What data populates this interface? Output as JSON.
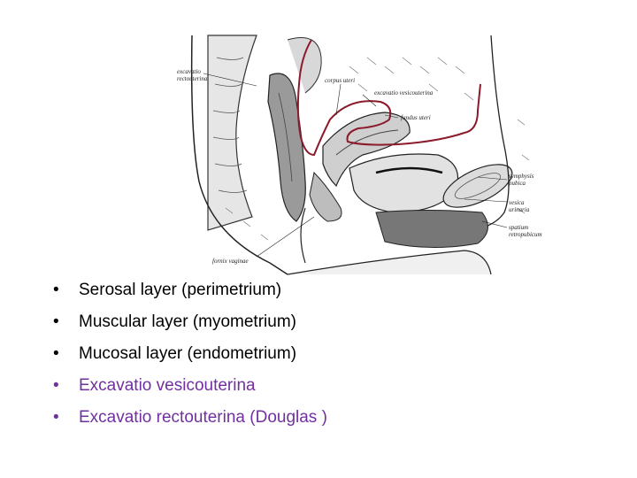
{
  "figure": {
    "labels": {
      "excavatio_rectouterina": [
        "excavatio",
        "rectouterina"
      ],
      "corpus_uteri": "corpus uteri",
      "excavatio_vesicouterina": "excavatio vesicouterina",
      "fundus_uteri": "fundus uteri",
      "symphysis_pubica": [
        "symphysis",
        "pubica"
      ],
      "vesica_urinaria": [
        "vesica",
        "urinaria"
      ],
      "spatium_retropubicum": [
        "spatium",
        "retropubicum"
      ],
      "fornix_vaginae": "fornix vaginae"
    },
    "colors": {
      "peritoneum_line": "#8b1a2b",
      "ink": "#222222"
    }
  },
  "bullets": [
    {
      "bullet": "•",
      "text": "Serosal layer (perimetrium)",
      "color": "#000000"
    },
    {
      "bullet": "•",
      "text": "Muscular layer (myometrium)",
      "color": "#000000"
    },
    {
      "bullet": "•",
      "text": "Mucosal layer (endometrium)",
      "color": "#000000"
    },
    {
      "bullet": "•",
      "text": "Excavatio vesicouterina",
      "color": "#7030a0"
    },
    {
      "bullet": "•",
      "text": "Excavatio rectouterina (Douglas )",
      "color": "#7030a0"
    }
  ]
}
